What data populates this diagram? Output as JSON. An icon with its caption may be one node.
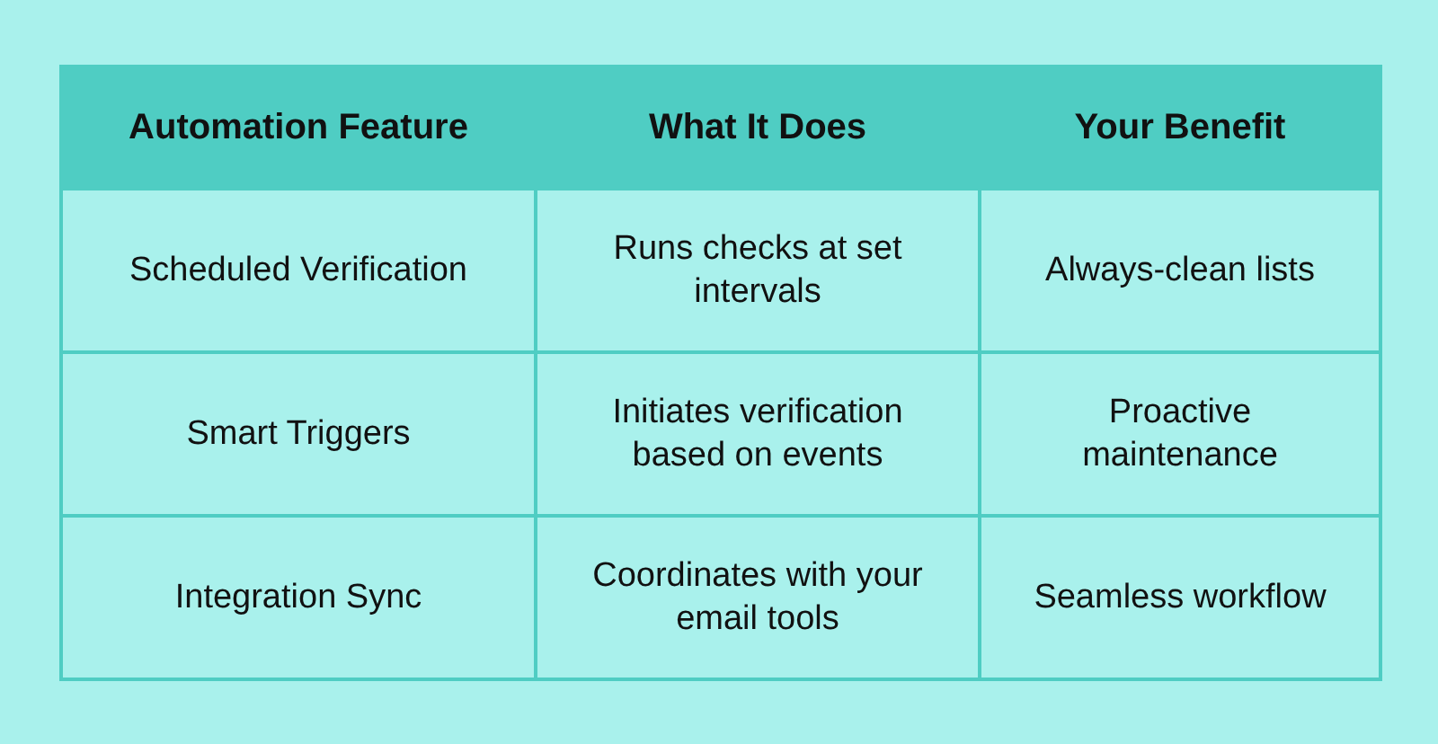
{
  "diagram": {
    "labels": [
      "Automation Feature",
      "What It Does",
      "Your Benefit",
      "Scheduled Verification",
      "Runs checks at set intervals",
      "Always-clean lists",
      "Smart Triggers",
      "Initiates verification based on events",
      "Proactive maintenance",
      "Integration Sync",
      "Coordinates with your email tools",
      "Seamless workflow"
    ]
  }
}
